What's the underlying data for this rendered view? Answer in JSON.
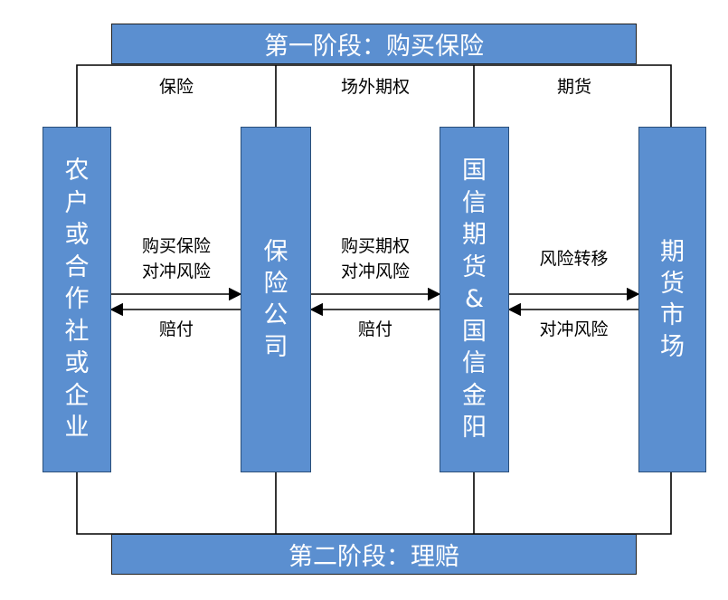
{
  "stage1_title": "第一阶段：购买保险",
  "stage2_title": "第二阶段：理赔",
  "top_labels": {
    "insurance": "保险",
    "otc_option": "场外期权",
    "futures": "期货"
  },
  "entities": {
    "farmer": [
      "农",
      "户",
      "或",
      "合",
      "作",
      "社",
      "或",
      "企",
      "业"
    ],
    "insurer": [
      "保",
      "险",
      "公",
      "司"
    ],
    "broker": [
      "国",
      "信",
      "期",
      "货",
      "&",
      "国",
      "信",
      "金",
      "阳"
    ],
    "market": [
      "期",
      "货",
      "市",
      "场"
    ]
  },
  "flows": {
    "f1_forward_line1": "购买保险",
    "f1_forward_line2": "对冲风险",
    "f1_back": "赔付",
    "f2_forward_line1": "购买期权",
    "f2_forward_line2": "对冲风险",
    "f2_back": "赔付",
    "f3_forward": "风险转移",
    "f3_back": "对冲风险"
  },
  "colors": {
    "box_fill": "#5b8fd0",
    "text_on_box": "#ffffff",
    "line": "#000000"
  }
}
